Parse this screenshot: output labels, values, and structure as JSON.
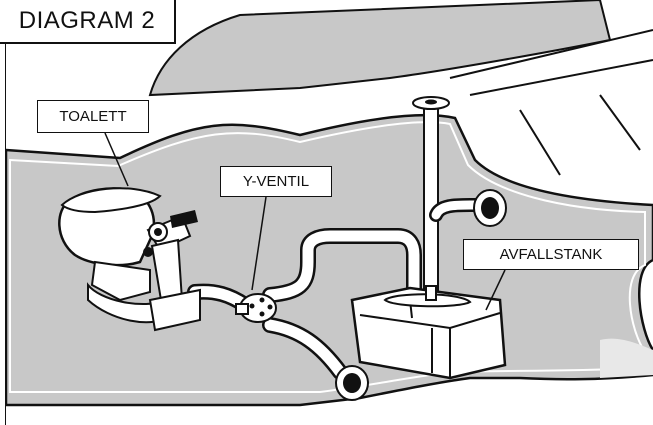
{
  "title": "DIAGRAM 2",
  "labels": {
    "toilet": "TOALETT",
    "y_valve": "Y-VENTIL",
    "waste_tank": "AVFALLSTANK"
  },
  "colors": {
    "hull_fill": "#c8c8c8",
    "line": "#111111",
    "background": "#ffffff"
  }
}
